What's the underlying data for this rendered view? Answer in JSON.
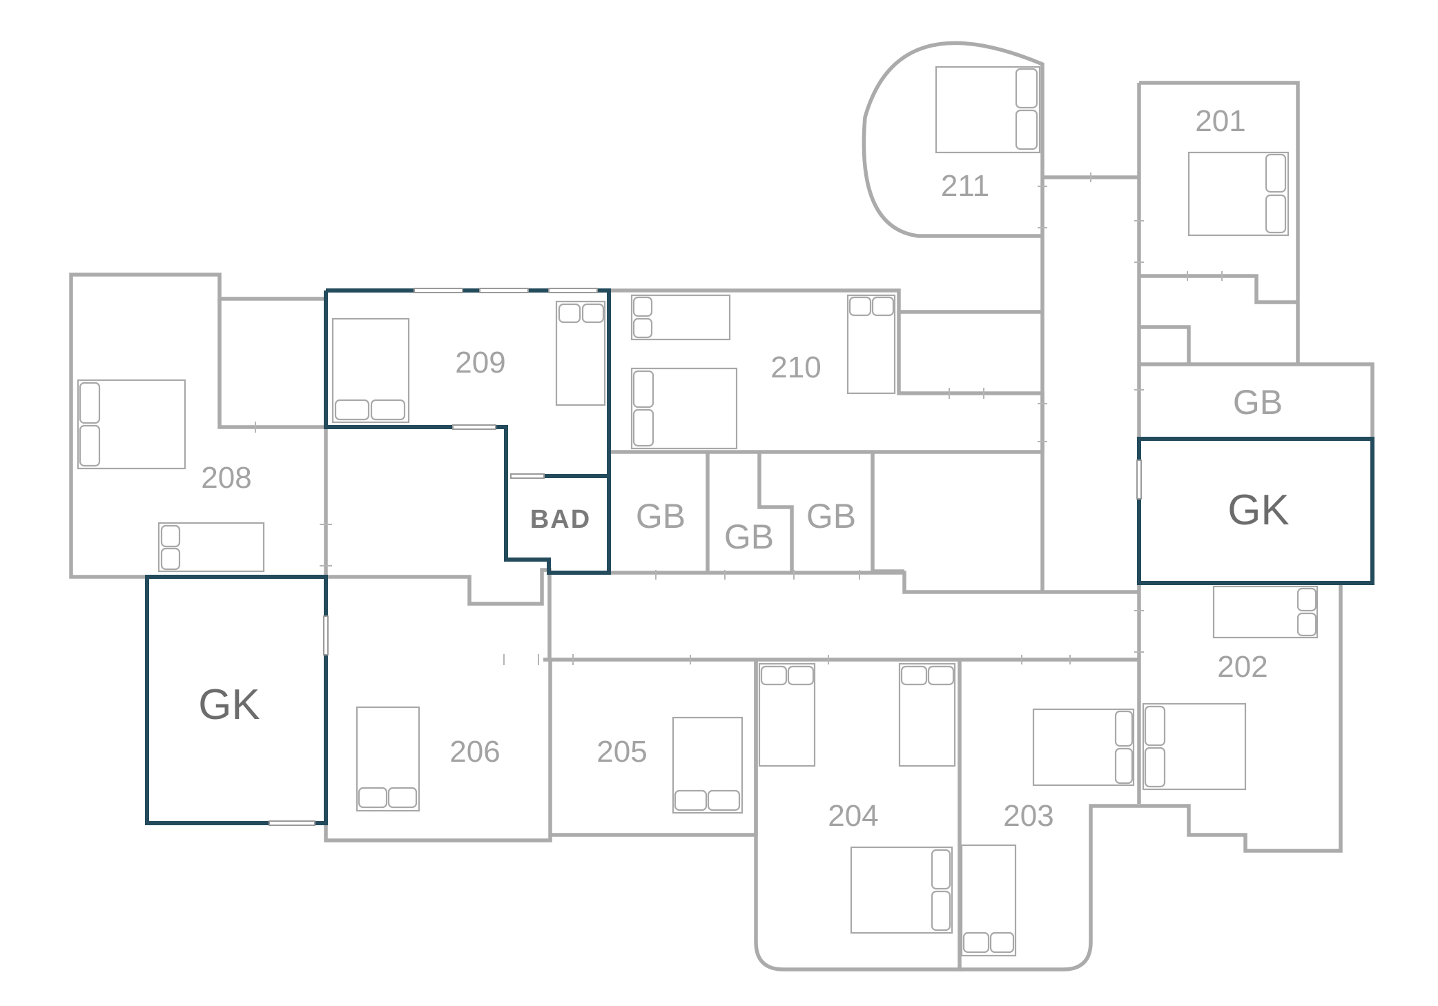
{
  "plan": {
    "rooms": [
      "201",
      "202",
      "203",
      "204",
      "205",
      "206",
      "208",
      "209",
      "210",
      "211"
    ],
    "service_rooms": [
      "GB",
      "GB",
      "GB",
      "GB"
    ],
    "highlighted": [
      "GK",
      "GK",
      "BAD"
    ]
  },
  "colors": {
    "wall": "#ababab",
    "highlight": "#234b5c",
    "label": "#a3a3a3",
    "gk_label": "#6c6c6c"
  }
}
